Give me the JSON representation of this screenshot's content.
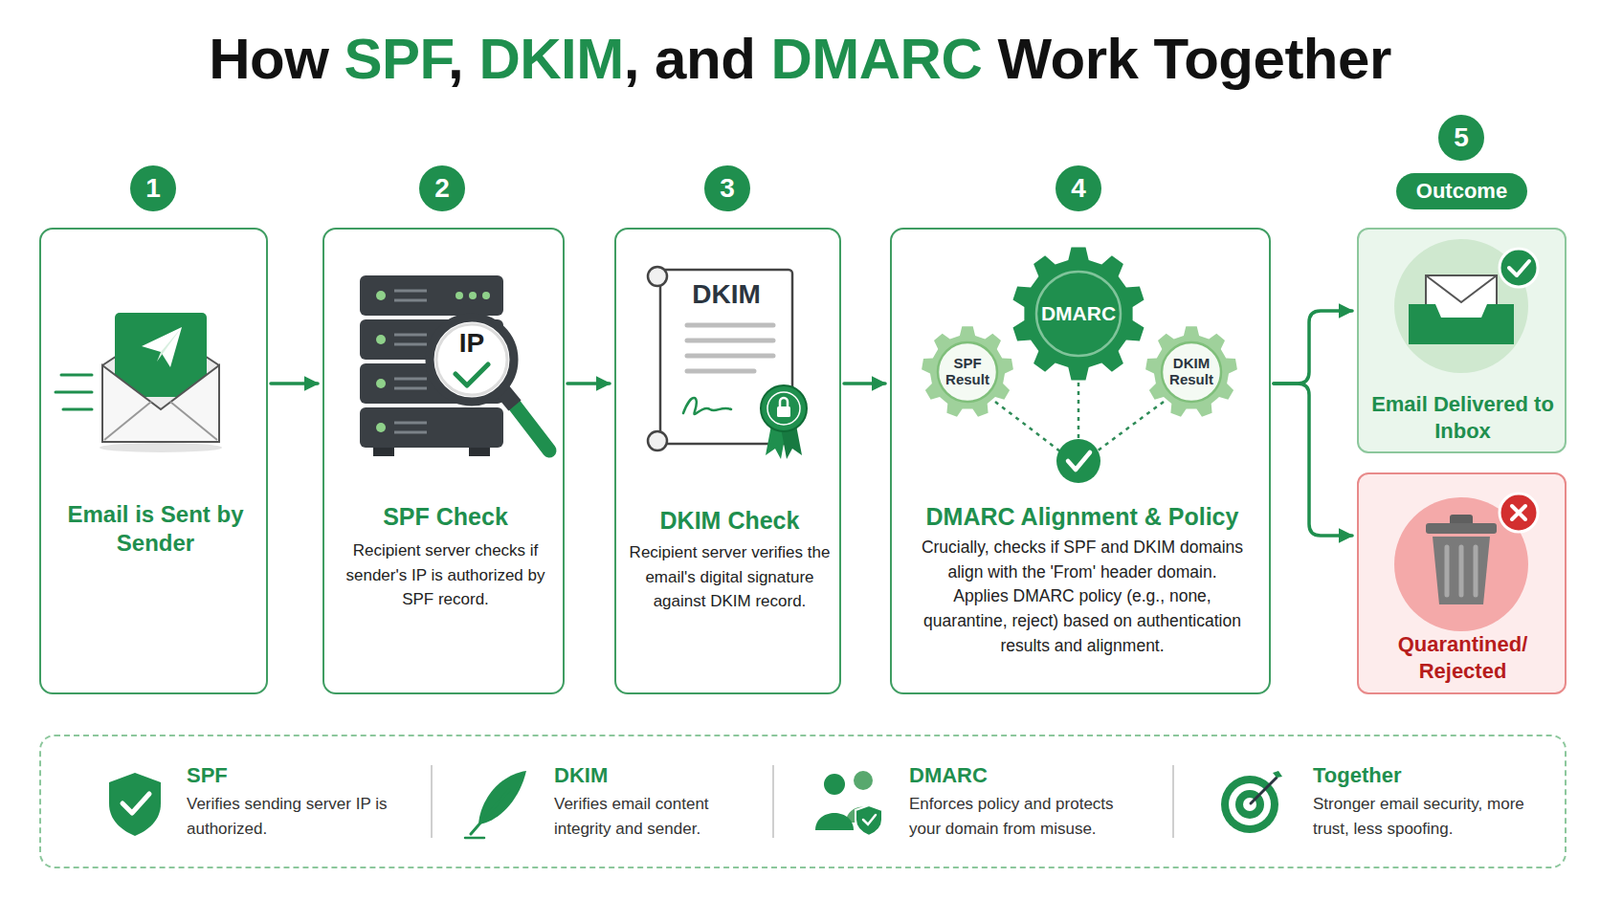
{
  "diagram": {
    "title": "How SPF, DKIM, and DMARC Work Together",
    "nodes": [
      {
        "text": [
          "Email is Sent by Sender"
        ]
      },
      {
        "text": [
          "SPF Check",
          "Recipient server checks if sender's IP is authorized by SPF record."
        ]
      },
      {
        "text": [
          "IP"
        ],
        "in": 1
      },
      {
        "text": [
          "DKIM Check",
          "Recipient server verifies the email's digital signature against DKIM record."
        ]
      },
      {
        "text": [
          "DKIM"
        ],
        "in": 3
      },
      {
        "text": [
          "DMARC Alignment & Policy",
          "Crucially, checks if SPF and DKIM domains align with the 'From' header domain. Applies DMARC policy (e.g., none, quarantine, reject) based on authentication results and alignment."
        ]
      },
      {
        "text": [
          "DMARC"
        ],
        "in": 5
      },
      {
        "text": [
          "SPF Result"
        ],
        "in": 5
      },
      {
        "text": [
          "DKIM Result"
        ],
        "in": 5
      },
      {
        "text": [
          "Outcome"
        ]
      },
      {
        "text": [
          "Email Delivered to Inbox"
        ]
      },
      {
        "text": [
          "Quarantined/ Rejected"
        ]
      },
      {
        "text": [
          "SPF",
          "Verifies sending server IP is authorized.",
          "DKIM",
          "Verifies email content integrity and sender.",
          "DMARC",
          "Enforces policy and protects your domain from misuse.",
          "Together",
          "Stronger email security, more trust, less spoofing."
        ]
      }
    ],
    "edges": [
      {
        "from": 0,
        "to": 1,
        "arrow": "to"
      },
      {
        "from": 1,
        "to": 3,
        "arrow": "to"
      },
      {
        "from": 3,
        "to": 5,
        "arrow": "to"
      },
      {
        "from": 5,
        "to": 10,
        "arrow": "to"
      },
      {
        "from": 5,
        "to": 11,
        "arrow": "to"
      }
    ],
    "labels": [
      "1",
      "2",
      "3",
      "4",
      "5"
    ]
  }
}
